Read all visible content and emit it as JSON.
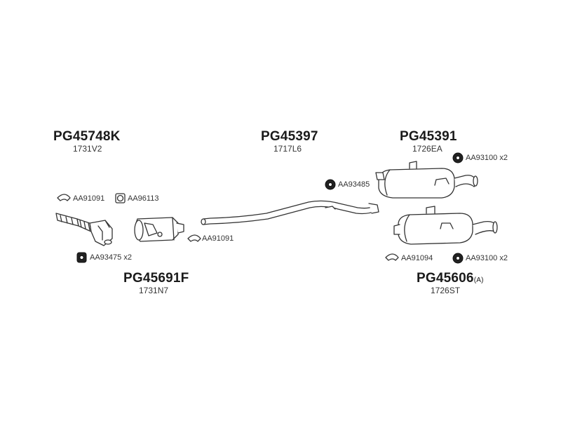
{
  "parts": {
    "cat_front": {
      "code": "PG45748K",
      "ref": "1731V2"
    },
    "mid_pipe": {
      "code": "PG45397",
      "ref": "1717L6"
    },
    "rear_muffler_upper": {
      "code": "PG45391",
      "ref": "1726EA"
    },
    "dpf": {
      "code": "PG45691F",
      "ref": "1731N7"
    },
    "rear_muffler_lower": {
      "code": "PG45606",
      "suffix": "(A)",
      "ref": "1726ST"
    }
  },
  "accessories": {
    "clamp_front": "AA91091",
    "gasket_front": "AA96113",
    "mount_front": "AA93475 x2",
    "clamp_mid": "AA91091",
    "mount_mid": "AA93485",
    "mount_rear_upper": "AA93100 x2",
    "clamp_rear_lower": "AA91094",
    "mount_rear_lower": "AA93100 x2"
  },
  "colors": {
    "line": "#333333",
    "fill": "#ffffff",
    "rubber": "#222222"
  }
}
